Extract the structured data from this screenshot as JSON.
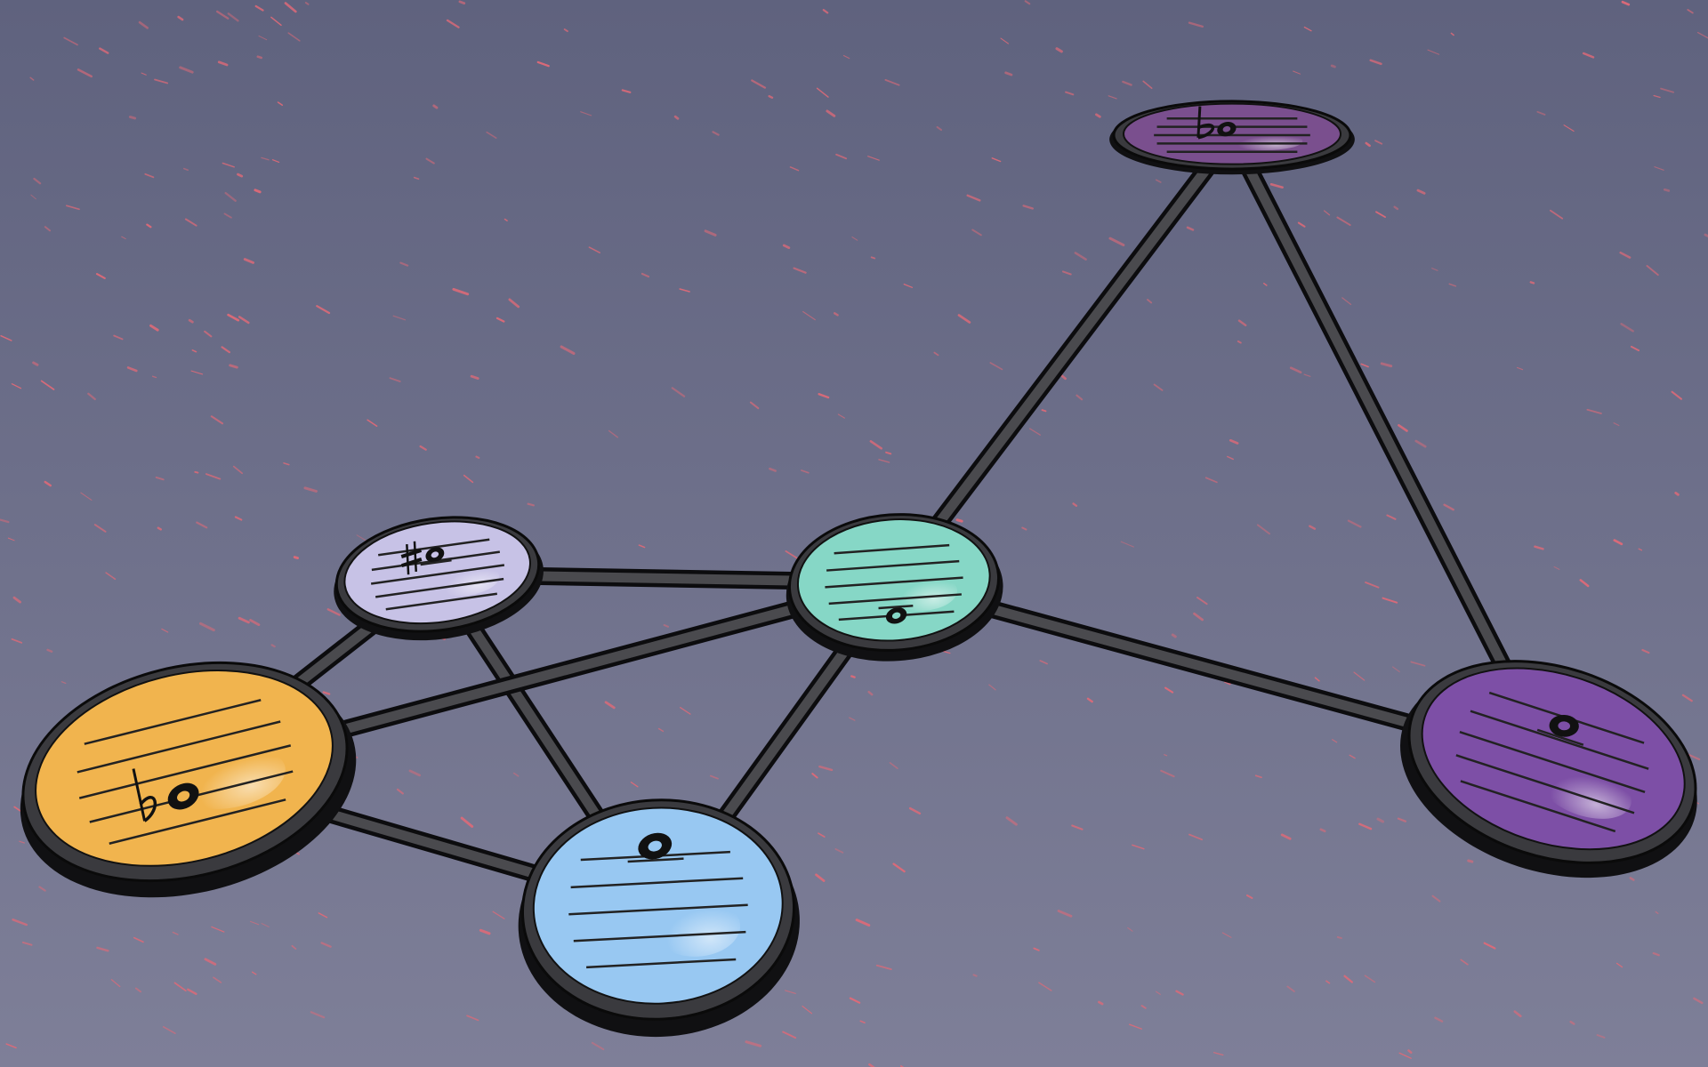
{
  "colors": {
    "background_top": "#5f627e",
    "background_bottom": "#7e7f98",
    "speckle": "#e06a78",
    "edge": "#2c2c2e",
    "rim": "#101012",
    "staff_line": "#222222",
    "notehead": "#111111"
  },
  "nodes": [
    {
      "id": "top-right",
      "fill": "#7a4f8e",
      "accidental": "flat"
    },
    {
      "id": "sharp",
      "fill": "#c7c2e6",
      "accidental": "sharp"
    },
    {
      "id": "center",
      "fill": "#86d7c6",
      "accidental": "none"
    },
    {
      "id": "flat",
      "fill": "#f1b44e",
      "accidental": "flat"
    },
    {
      "id": "bottom-blue",
      "fill": "#98c8f2",
      "accidental": "none"
    },
    {
      "id": "right-purple",
      "fill": "#7d4fa6",
      "accidental": "none"
    }
  ],
  "edges": [
    [
      "sharp",
      "center"
    ],
    [
      "sharp",
      "flat"
    ],
    [
      "sharp",
      "bottom-blue"
    ],
    [
      "flat",
      "center"
    ],
    [
      "flat",
      "bottom-blue"
    ],
    [
      "center",
      "bottom-blue"
    ],
    [
      "center",
      "top-right"
    ],
    [
      "center",
      "right-purple"
    ],
    [
      "top-right",
      "right-purple"
    ]
  ]
}
